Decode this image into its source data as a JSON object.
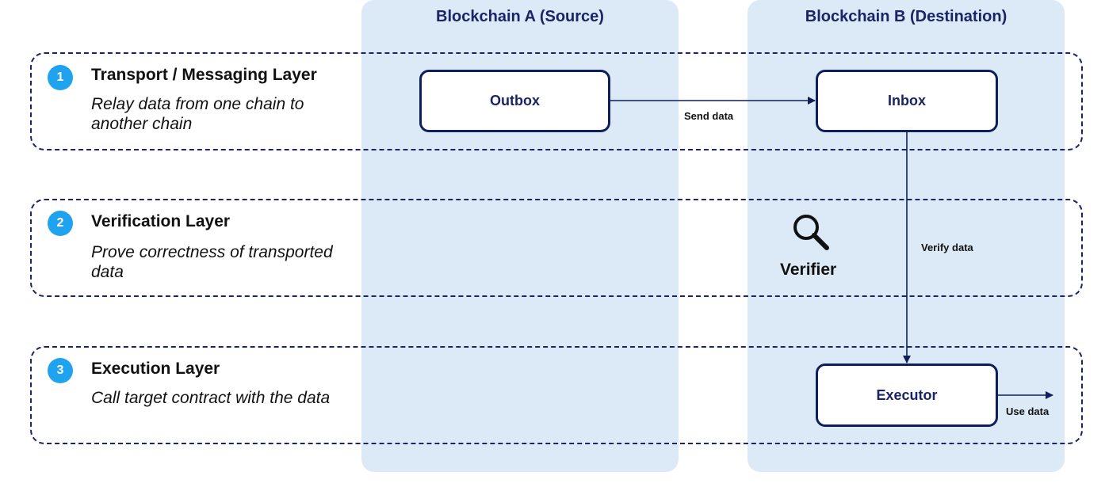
{
  "chains": {
    "source_title": "Blockchain A (Source)",
    "destination_title": "Blockchain B (Destination)"
  },
  "layers": [
    {
      "number": "1",
      "title": "Transport / Messaging Layer",
      "description": "Relay data from one chain to another chain"
    },
    {
      "number": "2",
      "title": "Verification Layer",
      "description": "Prove correctness of transported data"
    },
    {
      "number": "3",
      "title": "Execution Layer",
      "description": "Call target contract with the data"
    }
  ],
  "nodes": {
    "outbox": "Outbox",
    "inbox": "Inbox",
    "executor": "Executor",
    "verifier": "Verifier"
  },
  "edges": {
    "send": "Send data",
    "verify": "Verify data",
    "use": "Use data"
  },
  "colors": {
    "column_fill": "#dce9f6",
    "navy": "#1a2466",
    "badge": "#1fa3ee"
  },
  "icons": {
    "verifier": "magnifier-icon"
  }
}
